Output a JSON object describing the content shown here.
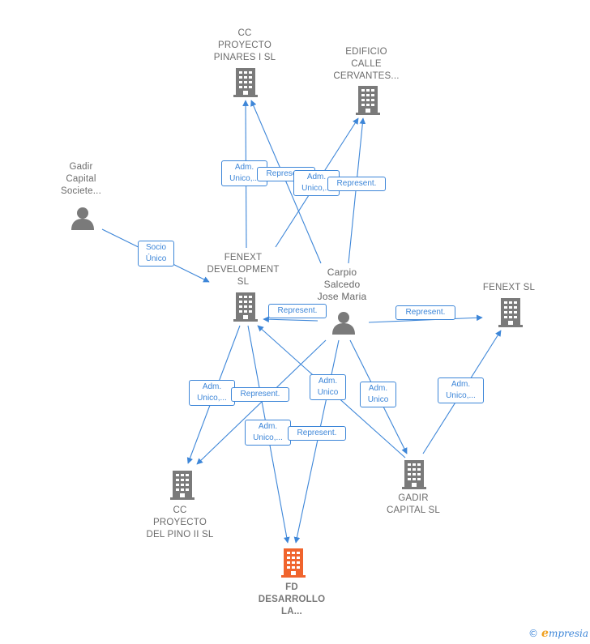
{
  "nodes": {
    "cc_pinares": {
      "lines": [
        "CC",
        "PROYECTO",
        "PINARES I  SL"
      ],
      "type": "company"
    },
    "edificio_calle": {
      "lines": [
        "EDIFICIO",
        "CALLE",
        "CERVANTES..."
      ],
      "type": "company"
    },
    "gadir_capital_soc": {
      "lines": [
        "Gadir",
        "Capital",
        "Societe..."
      ],
      "type": "person"
    },
    "fenext_development": {
      "lines": [
        "FENEXT",
        "DEVELOPMENT",
        "SL"
      ],
      "type": "company"
    },
    "carpio": {
      "lines": [
        "Carpio",
        "Salcedo",
        "Jose Maria"
      ],
      "type": "person"
    },
    "fenext_sl": {
      "lines": [
        "FENEXT  SL"
      ],
      "type": "company"
    },
    "cc_pino": {
      "lines": [
        "CC",
        "PROYECTO",
        "DEL PINO II  SL"
      ],
      "type": "company"
    },
    "gadir_capital_sl": {
      "lines": [
        "GADIR",
        "CAPITAL  SL"
      ],
      "type": "company"
    },
    "fd_desarrollo": {
      "lines": [
        "FD",
        "DESARROLLO",
        "LA..."
      ],
      "type": "company-focus"
    }
  },
  "edges": [
    {
      "id": "e1",
      "lines": [
        "Adm.",
        "Unico,..."
      ]
    },
    {
      "id": "e2",
      "lines": [
        "Represent."
      ]
    },
    {
      "id": "e3",
      "lines": [
        "Adm.",
        "Unico,..."
      ]
    },
    {
      "id": "e4",
      "lines": [
        "Represent."
      ]
    },
    {
      "id": "e5",
      "lines": [
        "Socio",
        "Único"
      ]
    },
    {
      "id": "e6",
      "lines": [
        "Represent."
      ]
    },
    {
      "id": "e7",
      "lines": [
        "Represent."
      ]
    },
    {
      "id": "e8",
      "lines": [
        "Adm.",
        "Unico,..."
      ]
    },
    {
      "id": "e9",
      "lines": [
        "Represent."
      ]
    },
    {
      "id": "e10",
      "lines": [
        "Adm.",
        "Unico"
      ]
    },
    {
      "id": "e11",
      "lines": [
        "Adm.",
        "Unico"
      ]
    },
    {
      "id": "e12",
      "lines": [
        "Adm.",
        "Unico,..."
      ]
    },
    {
      "id": "e13",
      "lines": [
        "Adm.",
        "Unico,..."
      ]
    },
    {
      "id": "e14",
      "lines": [
        "Represent."
      ]
    }
  ],
  "colors": {
    "edge": "#3d86d8",
    "node": "#7a7a7a",
    "focus": "#f0642d"
  },
  "brand": {
    "copyright": "©",
    "initial": "e",
    "name": "mpresia"
  }
}
